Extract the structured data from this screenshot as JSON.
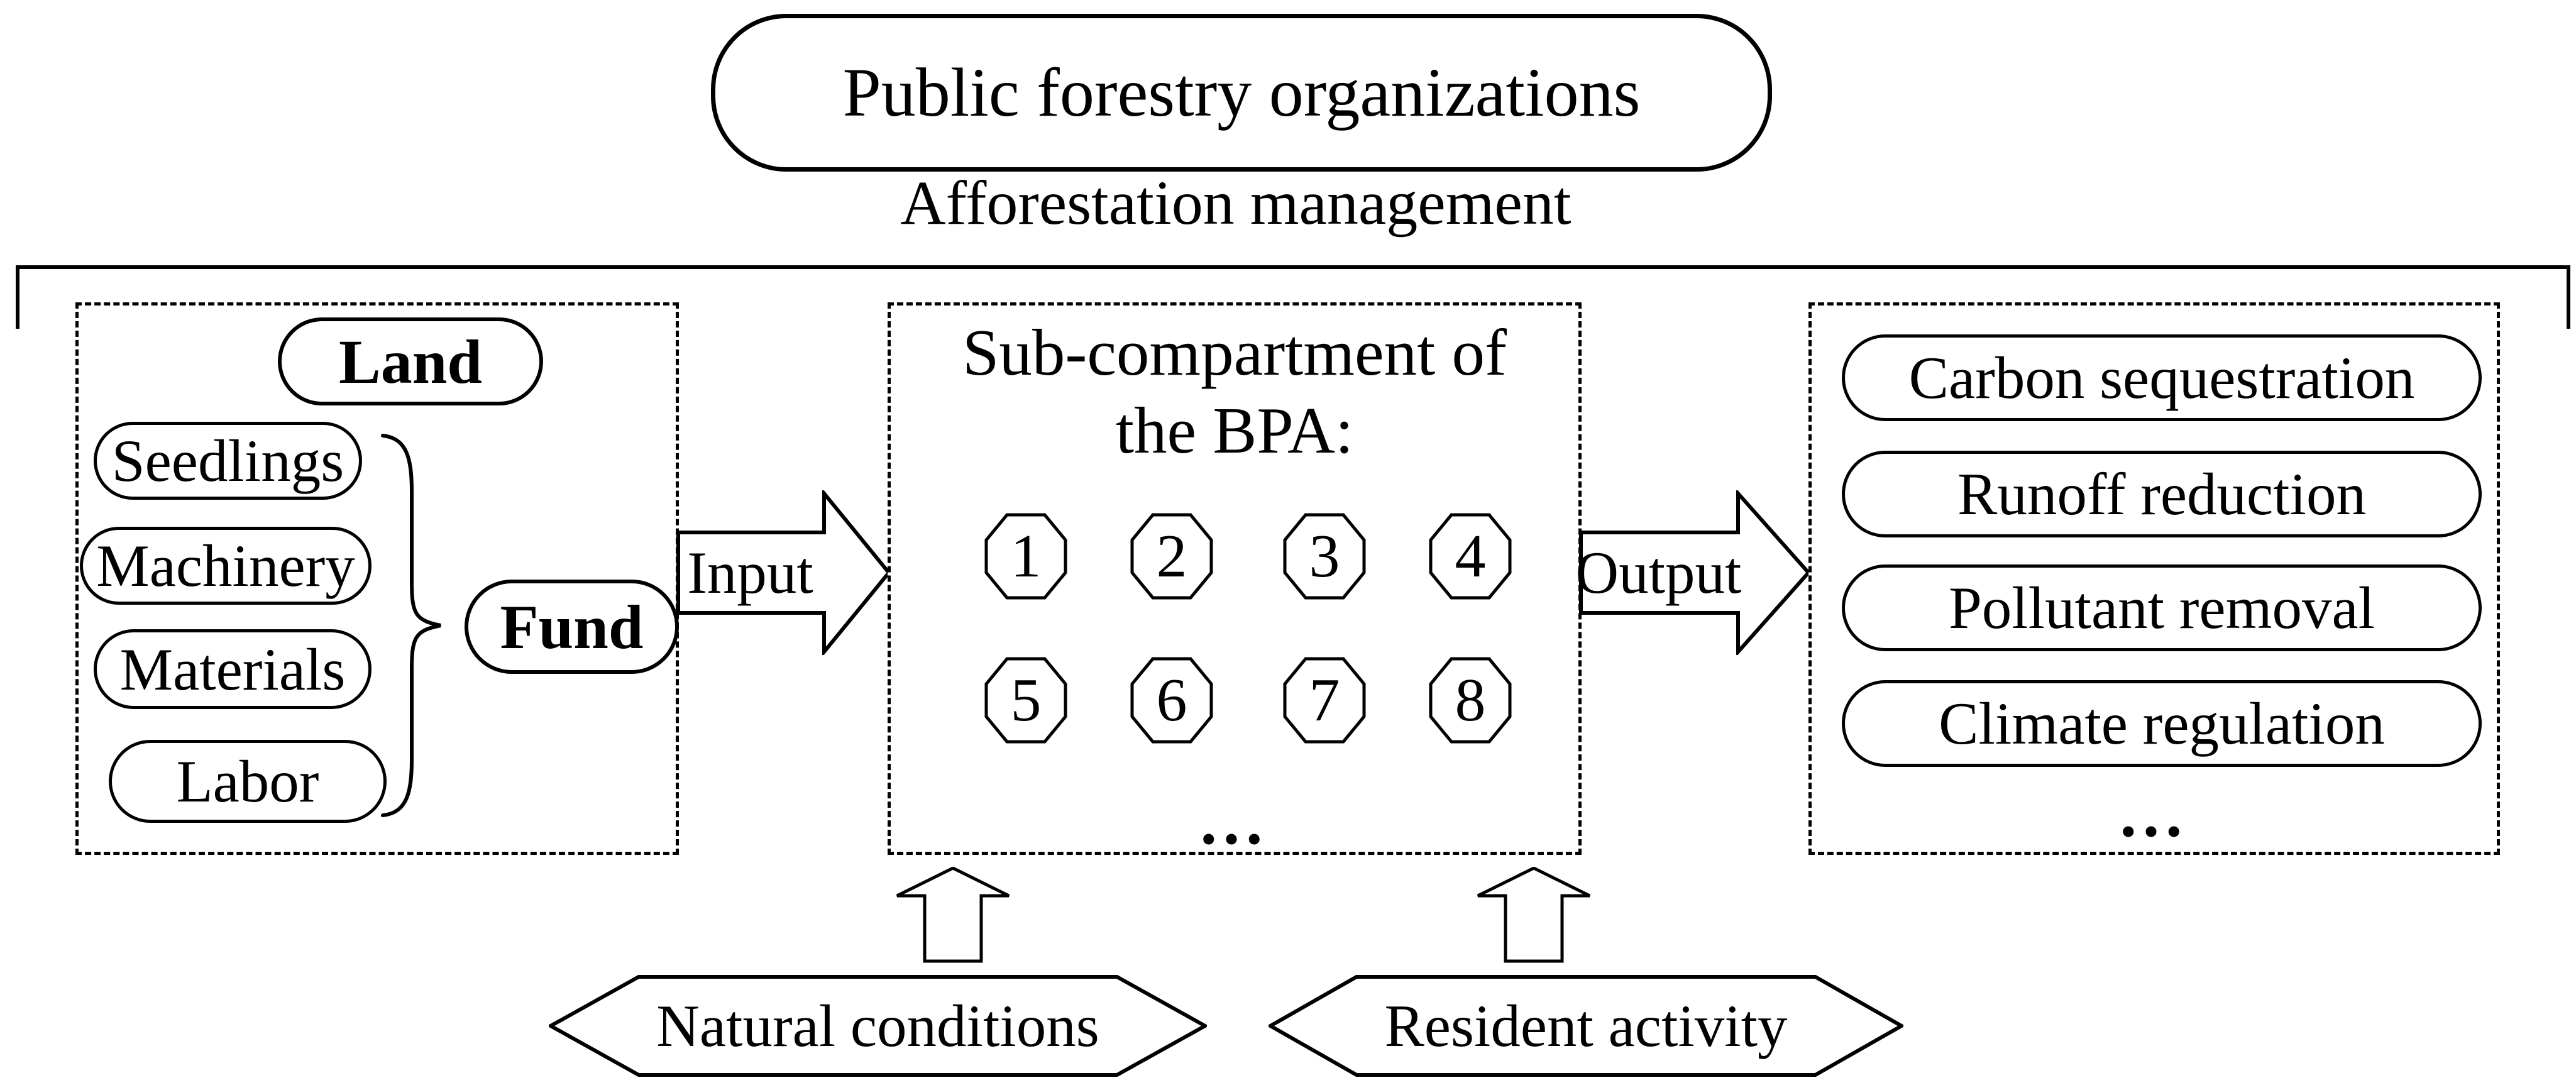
{
  "header": {
    "organization": "Public forestry organizations",
    "management": "Afforestation management"
  },
  "inputs": {
    "land": "Land",
    "resources": [
      "Seedlings",
      "Machinery",
      "Materials",
      "Labor"
    ],
    "fund": "Fund"
  },
  "flows": {
    "input": "Input",
    "output": "Output"
  },
  "process": {
    "title_line1": "Sub-compartment of",
    "title_line2": "the BPA:",
    "subcompartments": [
      "1",
      "2",
      "3",
      "4",
      "5",
      "6",
      "7",
      "8"
    ],
    "more": "..."
  },
  "outputs": {
    "services": [
      "Carbon sequestration",
      "Runoff reduction",
      "Pollutant removal",
      "Climate regulation"
    ],
    "more": "..."
  },
  "external": {
    "factors": [
      "Natural conditions",
      "Resident activity"
    ]
  },
  "colors": {
    "stroke": "#000000",
    "background": "#ffffff"
  }
}
